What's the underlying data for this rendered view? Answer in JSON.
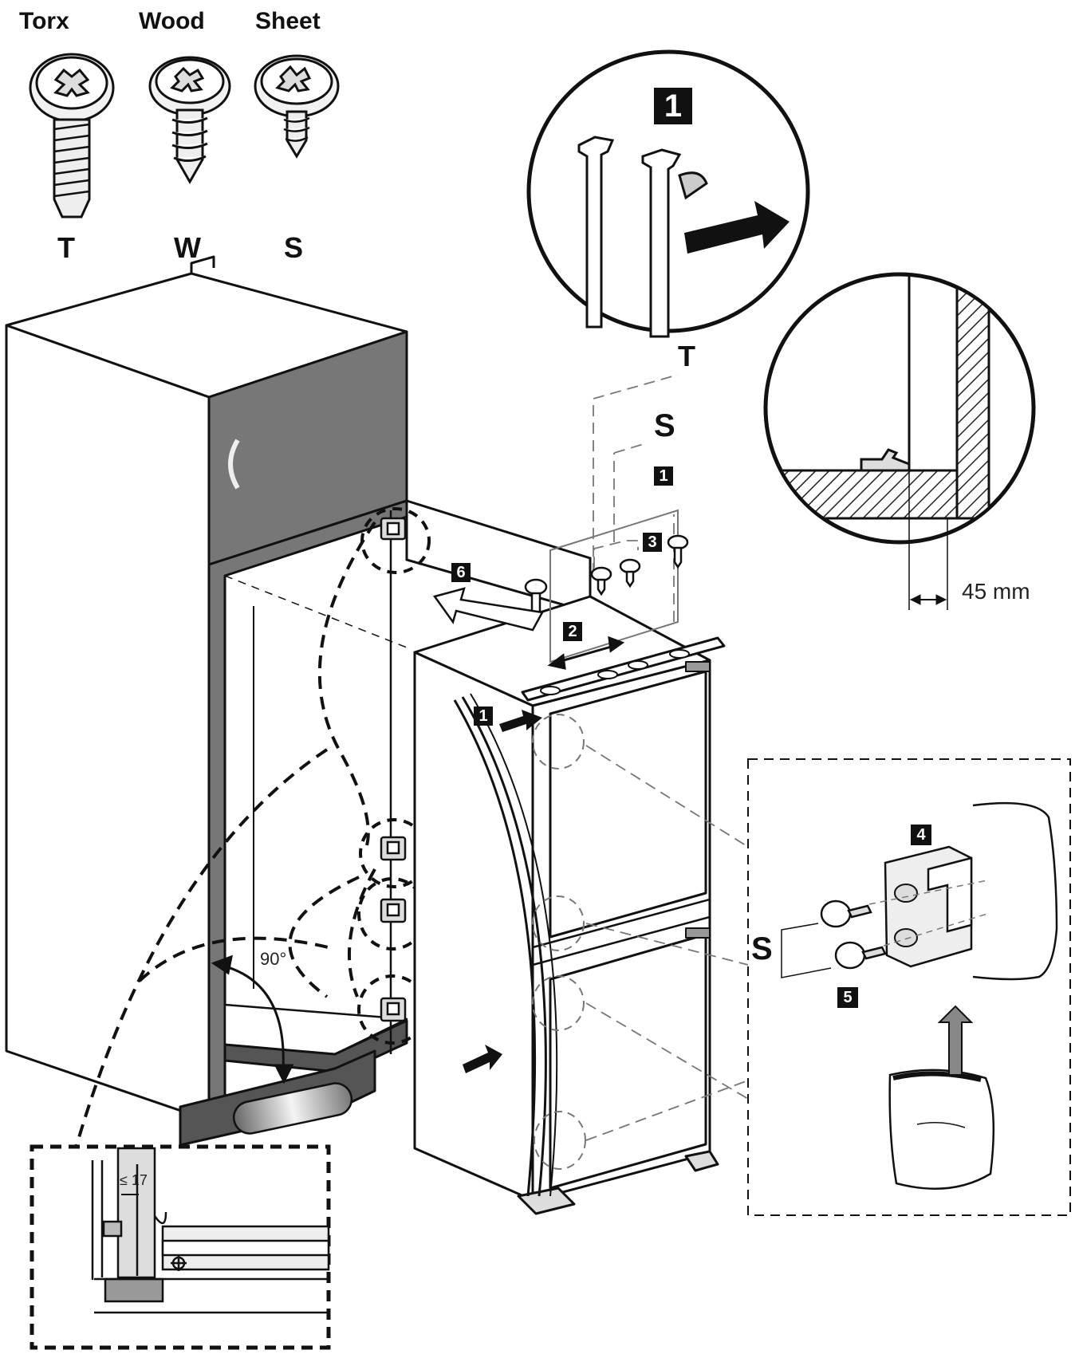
{
  "screw_types": [
    {
      "name": "Torx",
      "code": "T"
    },
    {
      "name": "Wood",
      "code": "W"
    },
    {
      "name": "Sheet",
      "code": "S"
    }
  ],
  "callouts": {
    "T": "T",
    "S_top": "S",
    "S_right": "S"
  },
  "steps": {
    "s1_zoom": "1",
    "s1_top": "1",
    "s1_door": "1",
    "s2": "2",
    "s3": "3",
    "s4": "4",
    "s5": "5",
    "s6": "6"
  },
  "measurements": {
    "gap": "45 mm",
    "angle": "90°",
    "max_offset": "≤ 17"
  }
}
